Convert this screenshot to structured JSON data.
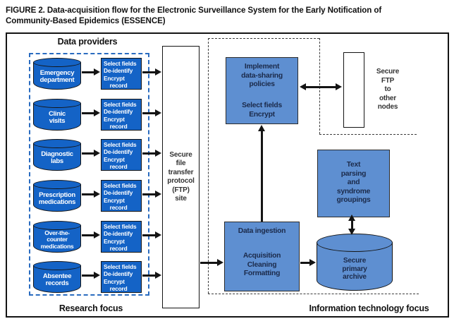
{
  "title": {
    "line1": "FIGURE 2. Data-acquisition flow for the Electronic Surveillance System for the Early Notification of",
    "line2": "Community-Based Epidemics (ESSENCE)"
  },
  "labels": {
    "data_providers": "Data providers",
    "research_focus": "Research focus",
    "it_focus": "Information technology focus"
  },
  "providers": [
    {
      "lines": [
        "Emergency",
        "department"
      ]
    },
    {
      "lines": [
        "Clinic",
        "visits"
      ]
    },
    {
      "lines": [
        "Diagnostic",
        "labs"
      ]
    },
    {
      "lines": [
        "Prescription",
        "medications"
      ]
    },
    {
      "lines": [
        "Over-the-",
        "counter",
        "medications"
      ]
    },
    {
      "lines": [
        "Absentee",
        "records"
      ]
    }
  ],
  "process_box": {
    "lines": [
      "Select fields",
      "De-identify",
      "Encrypt",
      "    record"
    ]
  },
  "ftp_site": {
    "lines": [
      "Secure",
      "file",
      "transfer",
      "protocol",
      "(FTP)",
      "site"
    ]
  },
  "implement_box": {
    "policy_lines": [
      "Implement",
      "data-sharing",
      "policies"
    ],
    "action_lines": [
      "Select fields",
      "Encrypt"
    ]
  },
  "secure_ftp_note": {
    "lines": [
      "Secure",
      "FTP",
      "to",
      "other",
      "nodes"
    ]
  },
  "ingestion_box": {
    "title": "Data ingestion",
    "lines": [
      "Acquisition",
      "Cleaning",
      "Formatting"
    ]
  },
  "parsing_box": {
    "lines": [
      "Text",
      "parsing",
      "and",
      "syndrome",
      "groupings"
    ]
  },
  "archive": {
    "lines": [
      "Secure",
      "primary",
      "archive"
    ]
  },
  "colors": {
    "provider_blue": "#1463c6",
    "it_blue": "#5e8fd1",
    "dashed_blue": "#2a6cc0",
    "dashed_gray": "#3c3c3c",
    "navy_text": "#1b2a4a",
    "line_black": "#141414"
  }
}
